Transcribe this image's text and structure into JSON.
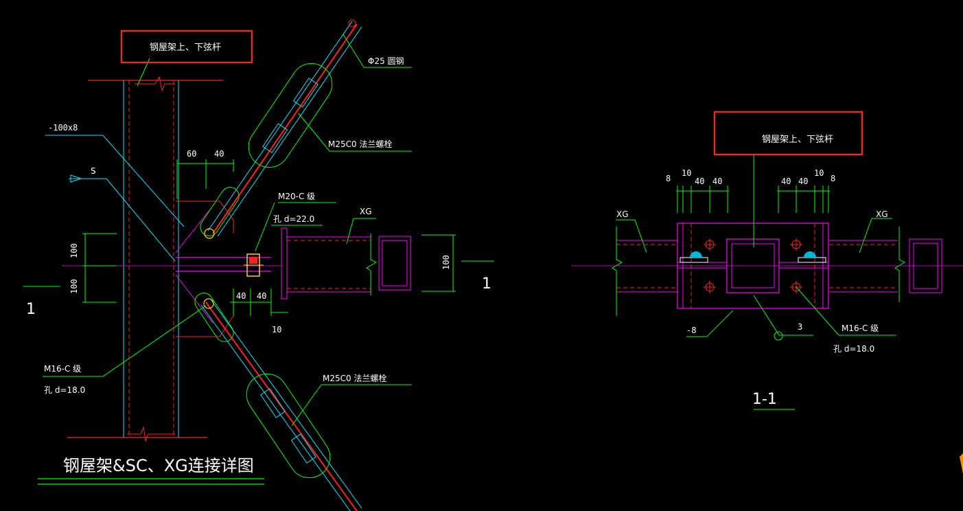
{
  "colors": {
    "background": "#000000",
    "green": "#00ff00",
    "cyan": "#00e5ff",
    "magenta": "#ff00ff",
    "red": "#ff2020",
    "white": "#ffffff",
    "callout": "#e0302a",
    "yellow": "#ffd400"
  },
  "left_view": {
    "callout": "钢屋架上、下弦杆",
    "rod_label": "Φ25 圆钢",
    "plate_label": "-100x8",
    "s_label": "S",
    "bolt_upper": "M25C0   法兰螺栓",
    "bolt_lower": "M25C0   法兰螺栓",
    "m20_label": "M20-C    级",
    "m20_hole": "孔 d=22.0",
    "xg_label": "XG",
    "m16_label": "M16-C    级",
    "m16_hole": "孔 d=18.0",
    "dim_60": "60",
    "dim_40a": "40",
    "dim_100a": "100",
    "dim_100b": "100",
    "dim_40b": "40",
    "dim_40c": "40",
    "dim_10": "10",
    "dim_100_right": "100",
    "section_mark_left": "1",
    "section_mark_right": "1",
    "title": "钢屋架&SC、XG连接详图"
  },
  "right_view": {
    "callout": "钢屋架上、下弦杆",
    "dims_left": [
      "8",
      "10",
      "40",
      "40"
    ],
    "dims_right": [
      "40",
      "40",
      "10",
      "8"
    ],
    "xg_left": "XG",
    "xg_right": "XG",
    "plate": "-8",
    "weld": "3",
    "m16_label": "M16-C    级",
    "m16_hole": "孔 d=18.0",
    "section_title": "1-1"
  }
}
